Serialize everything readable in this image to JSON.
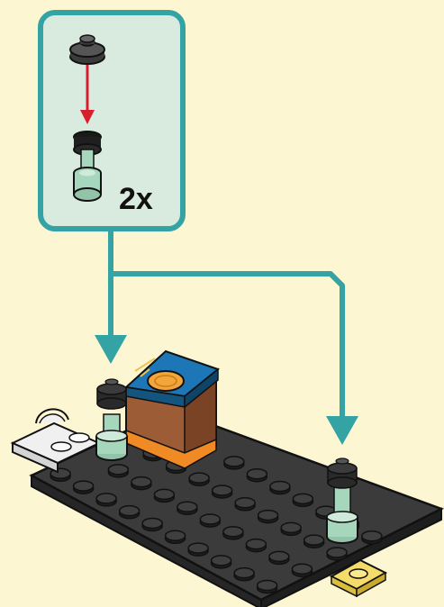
{
  "instruction_step": {
    "callout": {
      "quantity_label": "2x",
      "parts": [
        "round-plate-dark-gray",
        "bar-holder-sand-green"
      ]
    },
    "colors": {
      "background": "#fdf6d3",
      "callout_fill": "#d9ebdf",
      "callout_border": "#33a3a3",
      "connector_arrow": "#33a3a3",
      "insert_arrow": "#d81e2c",
      "baseplate": "#3b3b3b",
      "sand_green": "#a6d6bb",
      "box_brown": "#9c5c36",
      "box_orange": "#f08a24",
      "tile_blue": "#1d76b5",
      "coin_gold": "#f2a53a",
      "white_piece": "#f0f0f0",
      "trans_yellow": "#f4dc6a"
    }
  }
}
